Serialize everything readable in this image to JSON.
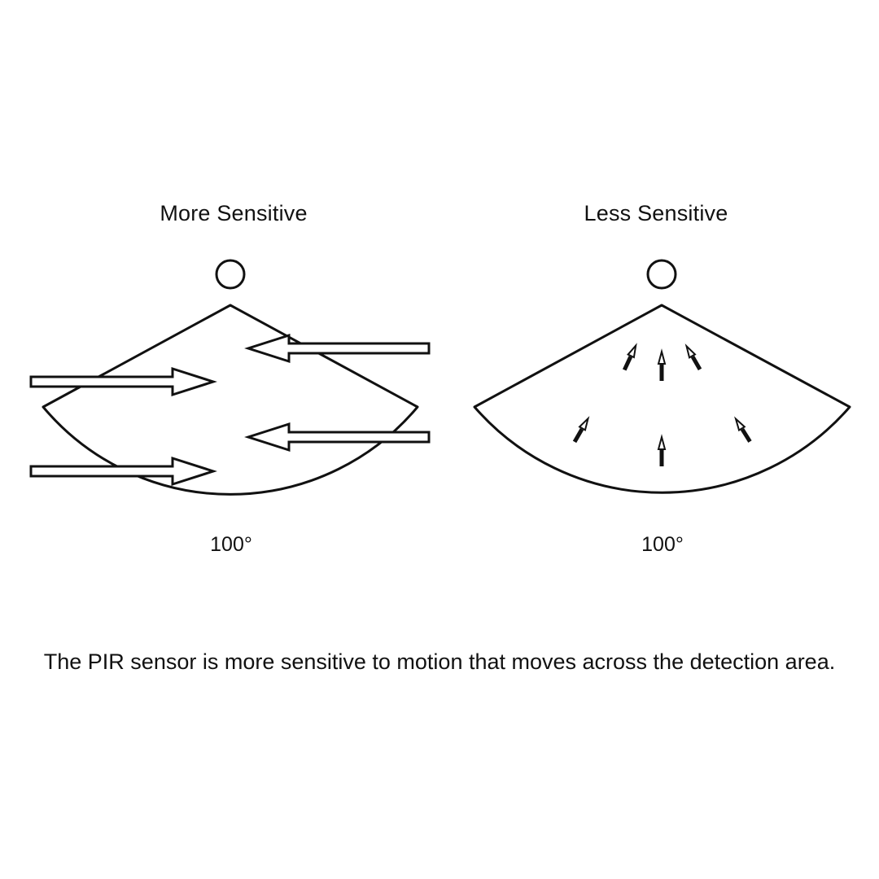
{
  "panels": {
    "left": {
      "title": "More Sensitive",
      "angle": "100°",
      "motion": "across"
    },
    "right": {
      "title": "Less Sensitive",
      "angle": "100°",
      "motion": "toward-sensor"
    }
  },
  "caption": "The PIR sensor is more sensitive to motion that moves across the detection area.",
  "colors": {
    "stroke": "#111111",
    "background": "#ffffff"
  }
}
